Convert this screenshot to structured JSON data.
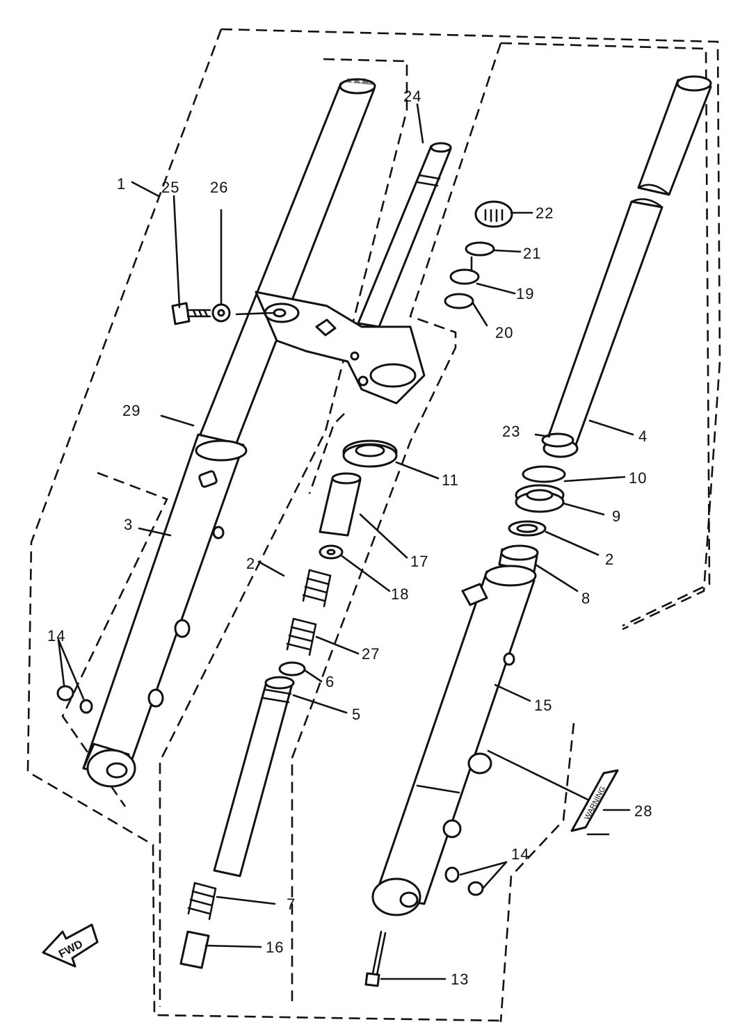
{
  "labels": {
    "l1": "1",
    "l2a": "2",
    "l2b": "2",
    "l3": "3",
    "l4": "4",
    "l5": "5",
    "l6": "6",
    "l7": "7",
    "l8": "8",
    "l9": "9",
    "l10": "10",
    "l11": "11",
    "l13": "13",
    "l14a": "14",
    "l14b": "14",
    "l15": "15",
    "l16": "16",
    "l17": "17",
    "l18": "18",
    "l19": "19",
    "l20": "20",
    "l21": "21",
    "l22": "22",
    "l23": "23",
    "l24": "24",
    "l25": "25",
    "l26": "26",
    "l27": "27",
    "l28": "28",
    "l29": "29"
  },
  "fwd_label": "FWD",
  "sticker_text": "WARNING"
}
